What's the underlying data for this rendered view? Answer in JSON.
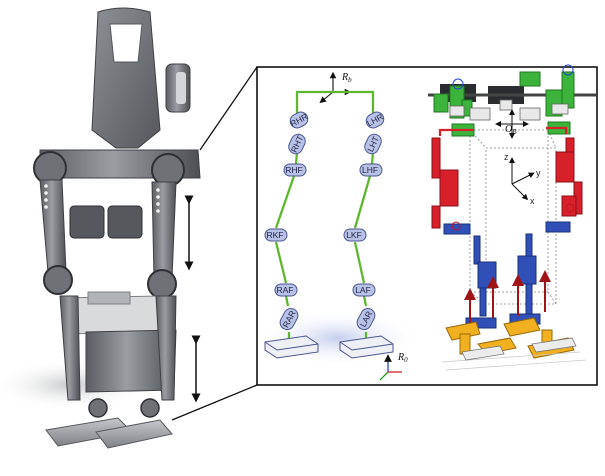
{
  "kinematic": {
    "frame_top": {
      "symbol": "R",
      "sub": "b"
    },
    "frame_bottom": {
      "symbol": "R",
      "sub": "0"
    },
    "right_joints": [
      "RHR",
      "RHT",
      "RHF",
      "RKF",
      "RAF",
      "RAR"
    ],
    "left_joints": [
      "LHR",
      "LHT",
      "LHF",
      "LKF",
      "LAF",
      "LAR"
    ]
  },
  "model3d": {
    "origin": {
      "symbol": "O",
      "sub": "B"
    },
    "axes": {
      "z": "z",
      "y": "y",
      "x": "x"
    }
  },
  "colors": {
    "kinematic_link": "#5cb82f",
    "joint_fill": "#b8c2e6",
    "joint_stroke": "#4a5590",
    "hip_green": "#3cb43c",
    "thigh_red": "#d8202a",
    "shank_blue": "#3050b8",
    "foot_yellow": "#f0b020",
    "force_arrow": "#a01418",
    "panel_border": "#111111"
  }
}
